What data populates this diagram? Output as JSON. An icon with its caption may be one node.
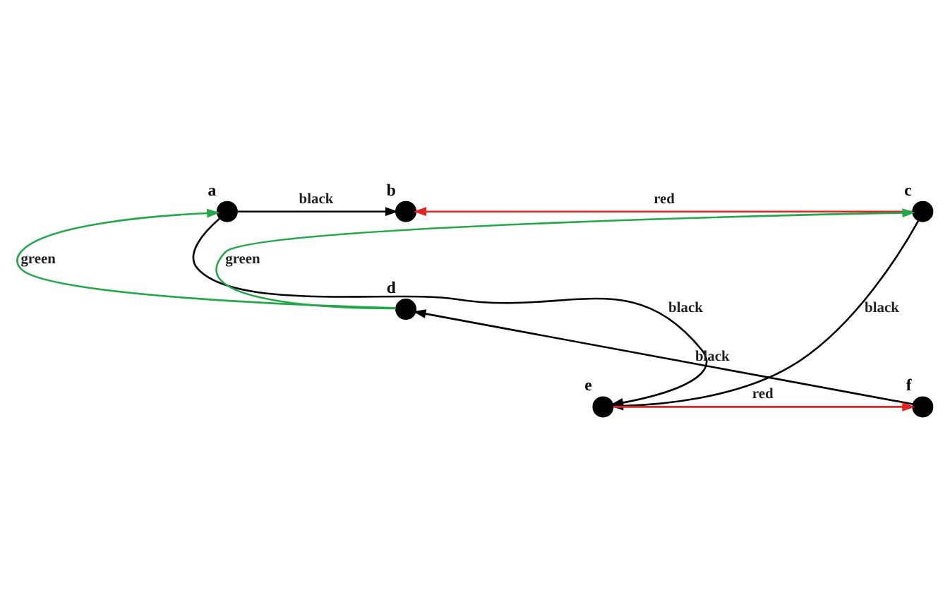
{
  "diagram": {
    "nodes": [
      {
        "text": [],
        "shape": "circle",
        "beside": [
          "a"
        ]
      },
      {
        "text": [],
        "shape": "circle",
        "beside": [
          "b"
        ]
      },
      {
        "text": [],
        "shape": "circle",
        "beside": [
          "c"
        ]
      },
      {
        "text": [],
        "shape": "circle",
        "beside": [
          "d"
        ]
      },
      {
        "text": [],
        "shape": "circle",
        "beside": [
          "e"
        ]
      },
      {
        "text": [],
        "shape": "circle",
        "beside": [
          "f"
        ]
      }
    ],
    "edges": [
      {
        "from": 0,
        "to": 1,
        "arrow": "to",
        "label": "black"
      },
      {
        "from": 2,
        "to": 1,
        "arrow": "to",
        "label": "red",
        "color": "#e52421"
      },
      {
        "from": 3,
        "to": 0,
        "arrow": "to",
        "label": "green",
        "color": "#22a84a"
      },
      {
        "from": 3,
        "to": 2,
        "arrow": "to",
        "label": "green",
        "color": "#22a84a"
      },
      {
        "from": 0,
        "to": 4,
        "arrow": "to",
        "label": "black"
      },
      {
        "from": 2,
        "to": 4,
        "arrow": "to",
        "label": "black"
      },
      {
        "from": 5,
        "to": 3,
        "arrow": "to",
        "label": "black"
      },
      {
        "from": 4,
        "to": 5,
        "arrow": "to",
        "label": "red",
        "color": "#e52421"
      }
    ]
  }
}
